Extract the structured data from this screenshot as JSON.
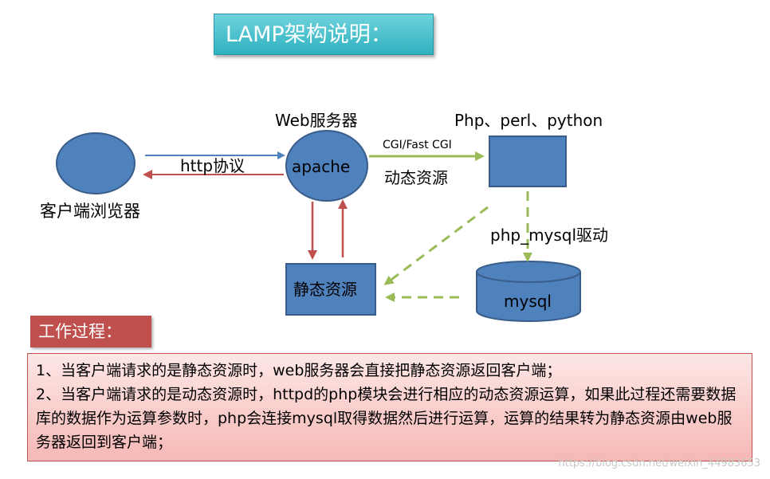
{
  "title": "LAMP架构说明：",
  "nodes": {
    "client": {
      "label": "客户端浏览器"
    },
    "apache": {
      "caption": "Web服务器",
      "label": "apache"
    },
    "dynamic": {
      "caption": "Php、perl、python"
    },
    "static": {
      "label": "静态资源"
    },
    "mysql": {
      "label": "mysql"
    }
  },
  "edges": {
    "http": "http协议",
    "cgi": "CGI/Fast CGI",
    "dynamic_resource": "动态资源",
    "driver": "php_mysql驱动"
  },
  "work": {
    "title": "工作过程：",
    "lines": [
      "1、当客户端请求的是静态资源时，web服务器会直接把静态资源返回客户端；",
      "2、当客户端请求的是动态资源时，httpd的php模块会进行相应的动态资源运算，如果此过程还需要数据库的数据作为运算参数时，php会连接mysql取得数据然后进行运算，运算的结果转为静态资源由web服务器返回到客户端；"
    ]
  },
  "watermark": "https://blog.csdn.net/weixin_44983653",
  "colors": {
    "node_fill": "#4f81bd",
    "node_stroke": "#385d8a",
    "arrow_blue": "#4f81bd",
    "arrow_red": "#c0504d",
    "arrow_green": "#9bbb59"
  }
}
